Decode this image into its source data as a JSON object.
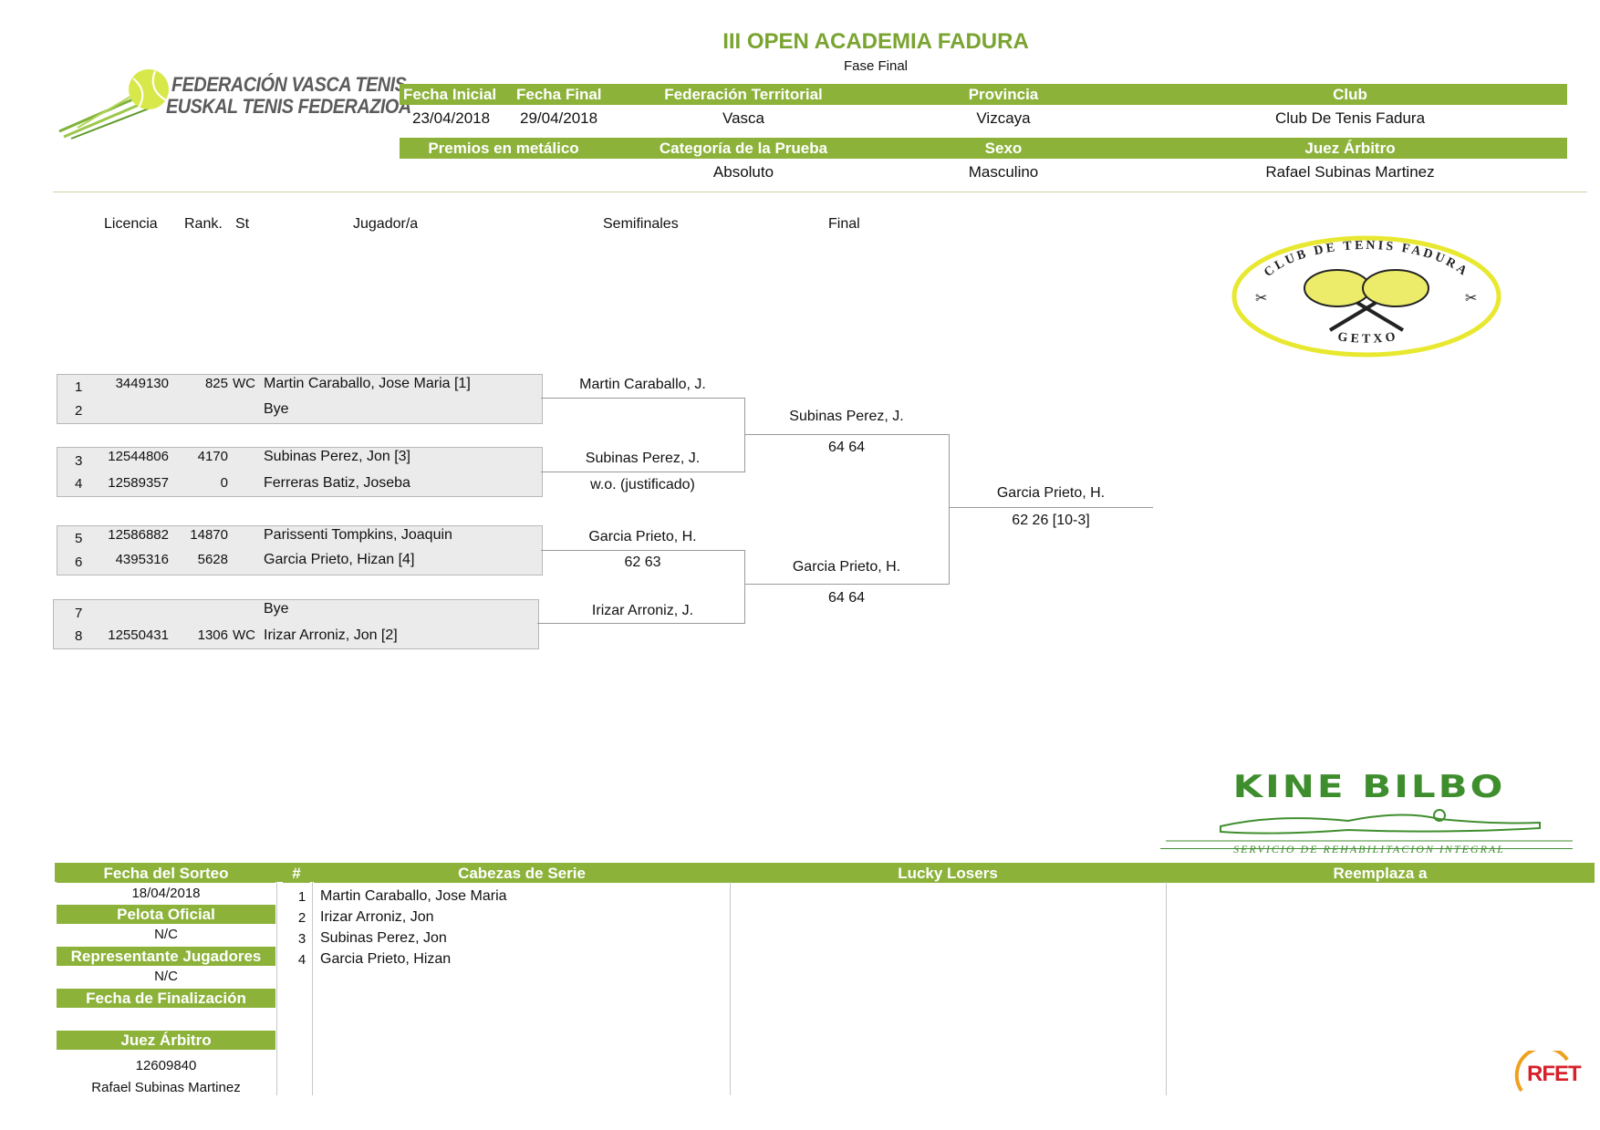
{
  "header": {
    "title": "III OPEN ACADEMIA FADURA",
    "subtitle": "Fase Final",
    "federation_line1": "FEDERACIÓN VASCA TENIS",
    "federation_line2": "EUSKAL TENIS FEDERAZIOA",
    "row1_headers": [
      "Fecha Inicial",
      "Fecha Final",
      "Federación Territorial",
      "Provincia",
      "Club"
    ],
    "row1_values": [
      "23/04/2018",
      "29/04/2018",
      "Vasca",
      "Vizcaya",
      "Club De Tenis Fadura"
    ],
    "row2_headers": [
      "Premios en metálico",
      "Categoría de la Prueba",
      "Sexo",
      "Juez Árbitro"
    ],
    "row2_values": [
      "",
      "Absoluto",
      "Masculino",
      "Rafael Subinas Martinez"
    ]
  },
  "columns": {
    "licencia": "Licencia",
    "rank": "Rank.",
    "st": "St",
    "jugador": "Jugador/a",
    "semifinales": "Semifinales",
    "final": "Final"
  },
  "draw": [
    {
      "pos": "1",
      "licencia": "3449130",
      "rank": "825",
      "st": "WC",
      "name": "Martin Caraballo, Jose Maria [1]"
    },
    {
      "pos": "2",
      "licencia": "",
      "rank": "",
      "st": "",
      "name": "Bye"
    },
    {
      "pos": "3",
      "licencia": "12544806",
      "rank": "4170",
      "st": "",
      "name": "Subinas Perez, Jon [3]"
    },
    {
      "pos": "4",
      "licencia": "12589357",
      "rank": "0",
      "st": "",
      "name": "Ferreras Batiz, Joseba"
    },
    {
      "pos": "5",
      "licencia": "12586882",
      "rank": "14870",
      "st": "",
      "name": "Parissenti Tompkins, Joaquin"
    },
    {
      "pos": "6",
      "licencia": "4395316",
      "rank": "5628",
      "st": "",
      "name": "Garcia Prieto, Hizan [4]"
    },
    {
      "pos": "7",
      "licencia": "",
      "rank": "",
      "st": "",
      "name": "Bye"
    },
    {
      "pos": "8",
      "licencia": "12550431",
      "rank": "1306",
      "st": "WC",
      "name": "Irizar Arroniz, Jon [2]"
    }
  ],
  "round1": [
    {
      "winner": "Martin Caraballo, J.",
      "score": ""
    },
    {
      "winner": "Subinas Perez, J.",
      "score": "w.o. (justificado)"
    },
    {
      "winner": "Garcia Prieto, H.",
      "score": "62 63"
    },
    {
      "winner": "Irizar Arroniz, J.",
      "score": ""
    }
  ],
  "semis": [
    {
      "winner": "Subinas Perez, J.",
      "score": "64 64"
    },
    {
      "winner": "Garcia Prieto, H.",
      "score": "64 64"
    }
  ],
  "final": {
    "winner": "Garcia Prieto, H.",
    "score": "62 26 [10-3]"
  },
  "club_logo": {
    "text_top": "CLUB DE TENIS FADURA",
    "text_bottom": "G E T X O"
  },
  "sponsor": {
    "name": "KINE BILBO",
    "tagline": "SERVICIO DE REHABILITACION INTEGRAL"
  },
  "footer": {
    "fecha_sorteo_label": "Fecha del Sorteo",
    "fecha_sorteo": "18/04/2018",
    "pelota_label": "Pelota Oficial",
    "pelota": "N/C",
    "representante_label": "Representante Jugadores",
    "representante": "N/C",
    "finalizacion_label": "Fecha de Finalización",
    "finalizacion": "",
    "juez_label": "Juez Árbitro",
    "juez_licencia": "12609840",
    "juez_nombre": "Rafael Subinas Martinez",
    "hash_label": "#",
    "seeds_label": "Cabezas de Serie",
    "lucky_label": "Lucky Losers",
    "reemplaza_label": "Reemplaza a",
    "seeds": [
      {
        "n": "1",
        "name": "Martin Caraballo, Jose Maria"
      },
      {
        "n": "2",
        "name": "Irizar Arroniz, Jon"
      },
      {
        "n": "3",
        "name": "Subinas Perez, Jon"
      },
      {
        "n": "4",
        "name": "Garcia Prieto, Hizan"
      }
    ]
  },
  "rfet": {
    "label": "RFET"
  },
  "colors": {
    "accent": "#8cb23a",
    "title": "#7aa431",
    "sponsor": "#3f8e2e"
  }
}
